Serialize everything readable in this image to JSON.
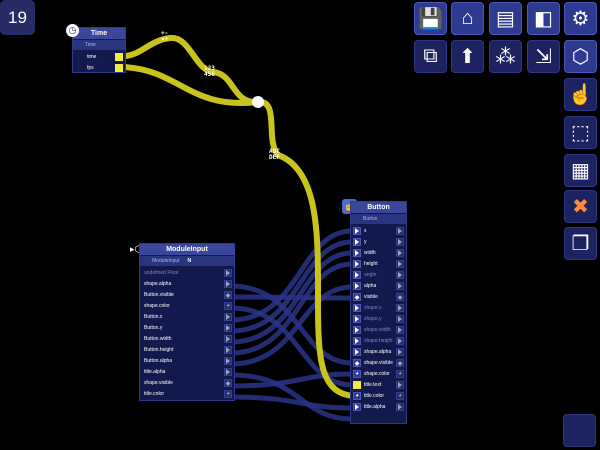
{
  "frame_counter": "19",
  "toolbar": {
    "row1": [
      {
        "icon": "save-icon",
        "glyph": "💾"
      },
      {
        "icon": "home-cube-icon",
        "glyph": "⌂"
      },
      {
        "icon": "layers-icon",
        "glyph": "▤"
      },
      {
        "icon": "cube-split-icon",
        "glyph": "◧"
      },
      {
        "icon": "gear-icon",
        "glyph": "⚙"
      }
    ],
    "row2": [
      {
        "icon": "cube-group-icon",
        "glyph": "⧉"
      },
      {
        "icon": "cube-up-icon",
        "glyph": "⬆"
      },
      {
        "icon": "cube-network-icon",
        "glyph": "⁂"
      },
      {
        "icon": "cube-arrow-icon",
        "glyph": "⇲"
      },
      {
        "icon": "cube-icon",
        "glyph": "⬡"
      }
    ],
    "side": [
      {
        "icon": "hand-pointer-icon",
        "glyph": "☝"
      },
      {
        "icon": "dashed-select-icon",
        "glyph": "⬚"
      },
      {
        "icon": "grid-select-icon",
        "glyph": "▦"
      },
      {
        "icon": "delete-cube-icon",
        "glyph": "✖"
      },
      {
        "icon": "duplicate-cube-icon",
        "glyph": "❐"
      }
    ]
  },
  "wire_labels": {
    "math": "+-\n×÷",
    "number": "123\n456",
    "text": "ABC\nDEF"
  },
  "time_node": {
    "title": "Time",
    "sub": "Time",
    "ports": [
      "time",
      "fps"
    ]
  },
  "module_node": {
    "title": "ModuleInput",
    "sub": "ModuleInput",
    "sub_badge": "N",
    "rows": [
      {
        "label": "undefined Float",
        "dim": true,
        "port": "tri"
      },
      {
        "label": "shape.alpha",
        "port": "tri"
      },
      {
        "label": "Button.visible",
        "port": "diamond"
      },
      {
        "label": "shape.color",
        "port": "circle"
      },
      {
        "label": "Button.x",
        "port": "tri"
      },
      {
        "label": "Button.y",
        "port": "tri"
      },
      {
        "label": "Button.width",
        "port": "tri"
      },
      {
        "label": "Button.height",
        "port": "tri"
      },
      {
        "label": "Button.alpha",
        "port": "tri"
      },
      {
        "label": "title.alpha",
        "port": "tri"
      },
      {
        "label": "shape.visible",
        "port": "diamond"
      },
      {
        "label": "title.color",
        "port": "circle"
      }
    ]
  },
  "button_node": {
    "title": "Button",
    "sub": "Button",
    "rows": [
      {
        "label": "x",
        "port": "tri"
      },
      {
        "label": "y",
        "port": "tri"
      },
      {
        "label": "width",
        "port": "tri"
      },
      {
        "label": "height",
        "port": "tri"
      },
      {
        "label": "angle",
        "dim": true,
        "port": "tri"
      },
      {
        "label": "alpha",
        "port": "tri"
      },
      {
        "label": "visible",
        "port": "diamond"
      },
      {
        "label": "shape.x",
        "dim": true,
        "port": "tri"
      },
      {
        "label": "shape.y",
        "dim": true,
        "port": "tri"
      },
      {
        "label": "shape.width",
        "dim": true,
        "port": "tri"
      },
      {
        "label": "shape.height",
        "dim": true,
        "port": "tri"
      },
      {
        "label": "shape.alpha",
        "port": "tri"
      },
      {
        "label": "shape.visible",
        "port": "diamond"
      },
      {
        "label": "shape.color",
        "port": "circle"
      },
      {
        "label": "title.text",
        "port": "yellow"
      },
      {
        "label": "title.color",
        "port": "circle"
      },
      {
        "label": "title.alpha",
        "port": "tri"
      }
    ]
  },
  "colors": {
    "wire_yellow": "#c9c31d",
    "wire_blue": "#2a3488",
    "node_bg": "#121a4d",
    "header": "#3b479b"
  }
}
